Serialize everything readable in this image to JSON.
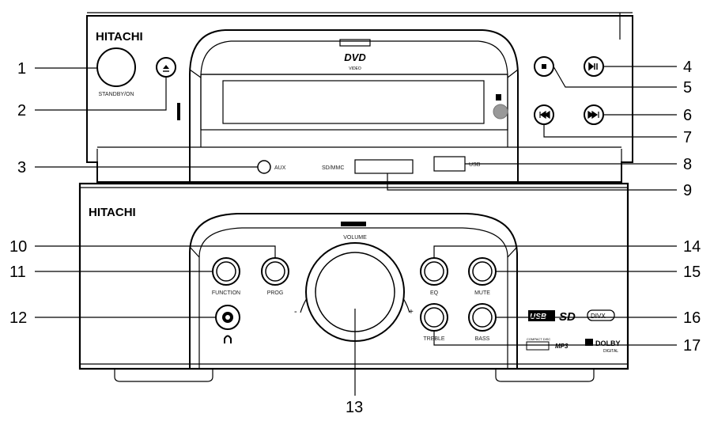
{
  "top_unit": {
    "brand": "HITACHI",
    "standby_label": "STANDBY/ON",
    "dvd_logo_main": "DVD",
    "dvd_logo_sub": "VIDEO",
    "aux_label": "AUX",
    "sd_label": "SD/MMC",
    "usb_label": "USB"
  },
  "bottom_unit": {
    "brand": "HITACHI",
    "volume_label": "VOLUME",
    "volume_minus": "-",
    "volume_plus": "+",
    "function_label": "FUNCTION",
    "prog_label": "PROG",
    "eq_label": "EQ",
    "mute_label": "MUTE",
    "treble_label": "TREBLE",
    "bass_label": "BASS",
    "logos": {
      "usb": "USB",
      "sd": "SD",
      "divx": "DIVX",
      "compact_disc": "COMPACT DISC",
      "mp3": "MP3",
      "dolby": "DOLBY",
      "dolby_sub": "DIGITAL"
    }
  },
  "callouts": [
    "1",
    "2",
    "3",
    "4",
    "5",
    "6",
    "7",
    "8",
    "9",
    "10",
    "11",
    "12",
    "13",
    "14",
    "15",
    "16",
    "17"
  ]
}
